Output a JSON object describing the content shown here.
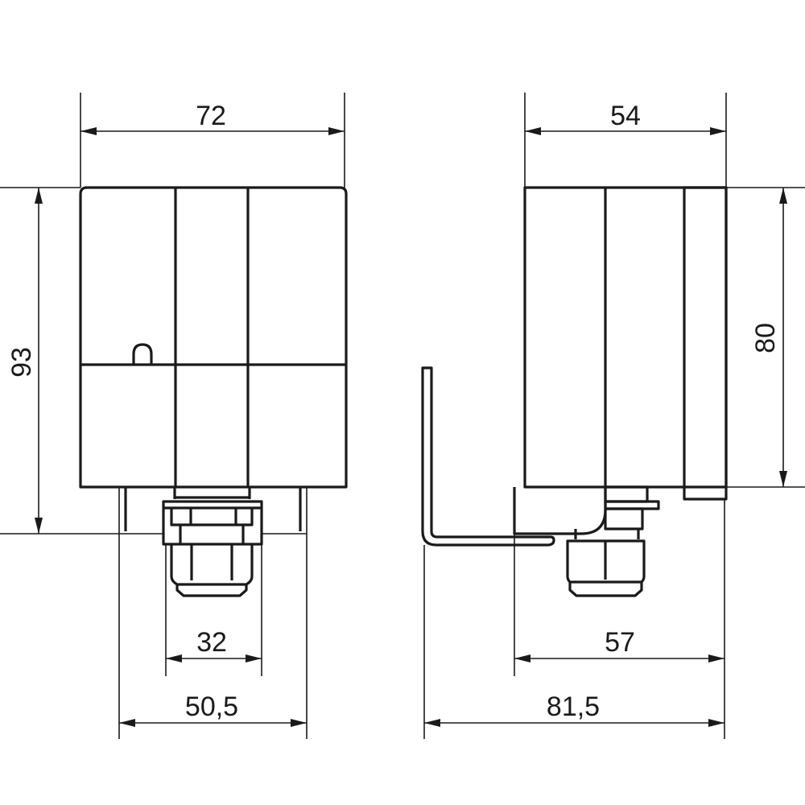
{
  "drawing": {
    "front_view": {
      "width_label": "72",
      "height_label": "93",
      "gland_width_label": "32",
      "base_width_label": "50,5"
    },
    "side_view": {
      "width_label": "54",
      "height_label": "80",
      "depth_label": "57",
      "total_depth_label": "81,5"
    },
    "colors": {
      "line": "#1a1a1a",
      "background": "#ffffff"
    }
  }
}
